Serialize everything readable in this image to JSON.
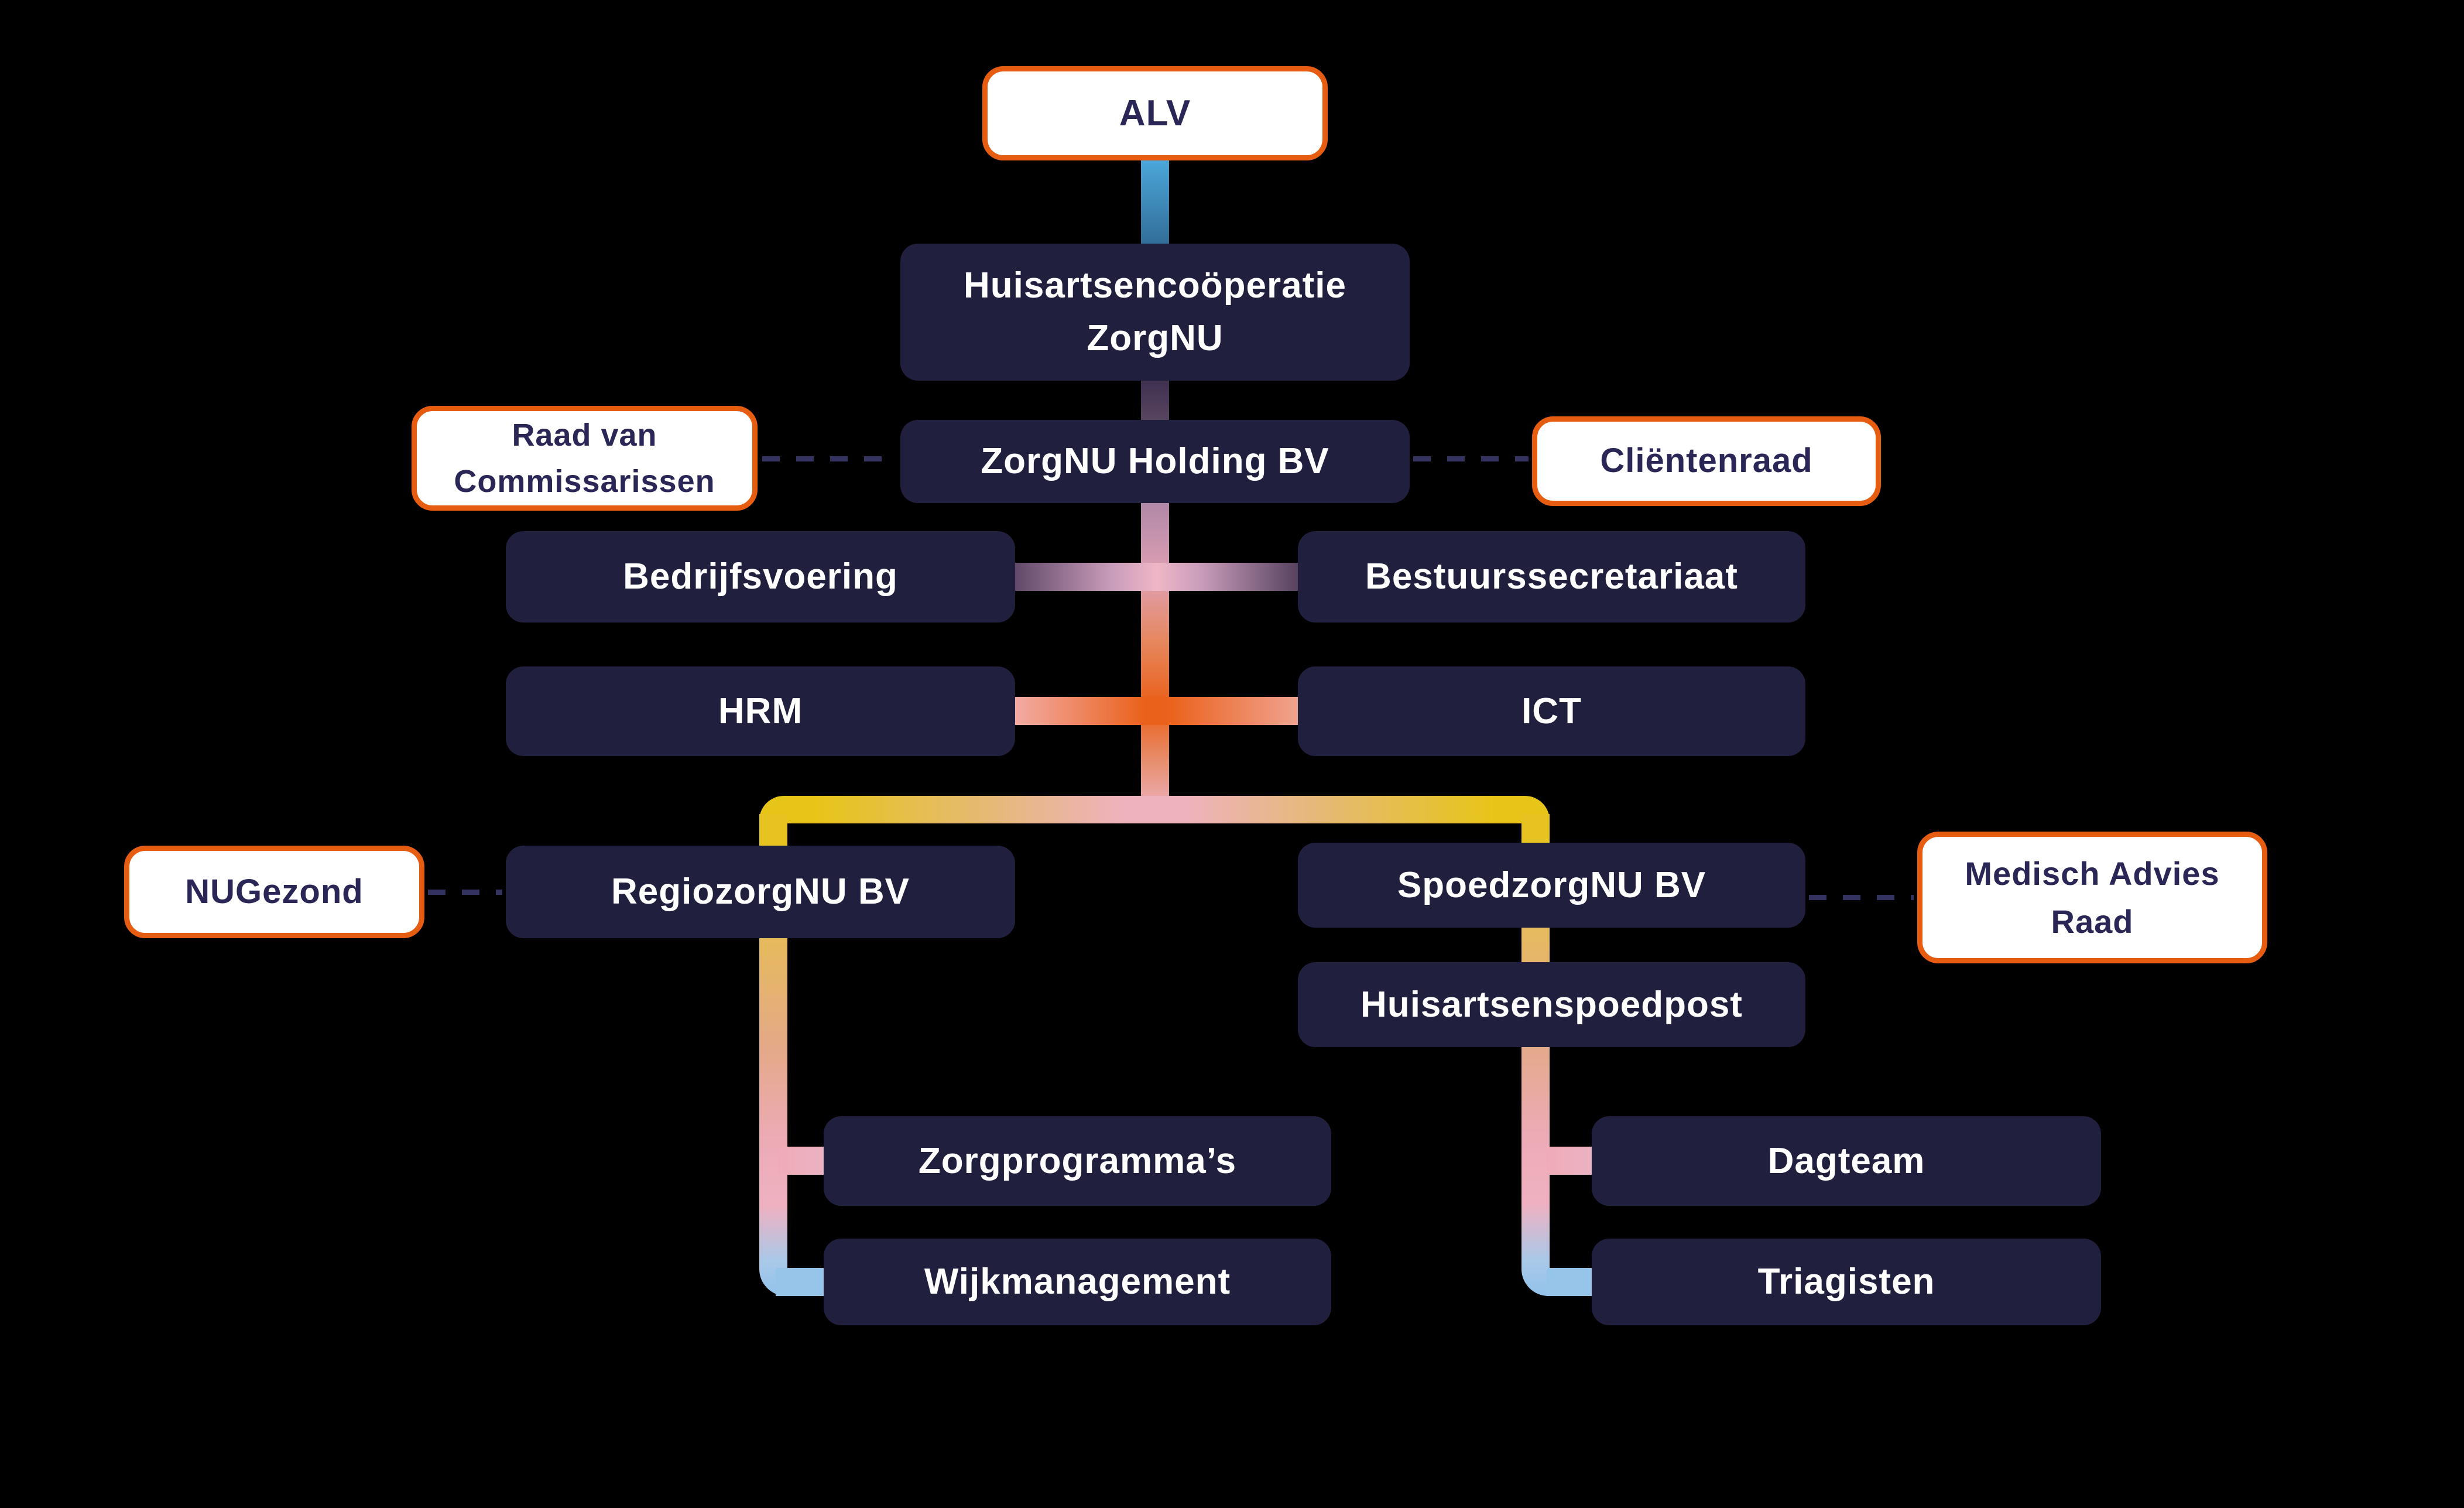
{
  "diagram": {
    "background": "#000000",
    "palette": {
      "node_dark_fill": "#201f3e",
      "node_dark_text": "#ffffff",
      "node_light_fill": "#ffffff",
      "node_light_text": "#2a2757",
      "accent_orange_border": "#e65c11",
      "dash_color": "#34325e",
      "line_blue": "#4ba7da",
      "line_dark_purple": "#4d3c5c",
      "line_pink": "#eeb2bd",
      "line_orange": "#ea5e17",
      "line_yellow": "#e7c518",
      "line_light_blue": "#97c5ea"
    },
    "nodes": {
      "alv": "ALV",
      "coop": "Huisartsencoöperatie\nZorgNU",
      "holding": "ZorgNU Holding BV",
      "rvc": "Raad van\nCommissarissen",
      "clientenraad": "Cliëntenraad",
      "bedrijfsvoering": "Bedrijfsvoering",
      "bestuurssecretariaat": "Bestuurssecretariaat",
      "hrm": "HRM",
      "ict": "ICT",
      "regiozorg": "RegiozorgNU BV",
      "spoedzorg": "SpoedzorgNU BV",
      "nugezond": "NUGezond",
      "mar": "Medisch Advies\nRaad",
      "spoedpost": "Huisartsenspoedpost",
      "zorgprogrammas": "Zorgprogramma’s",
      "wijkmanagement": "Wijkmanagement",
      "dagteam": "Dagteam",
      "triagisten": "Triagisten"
    }
  }
}
